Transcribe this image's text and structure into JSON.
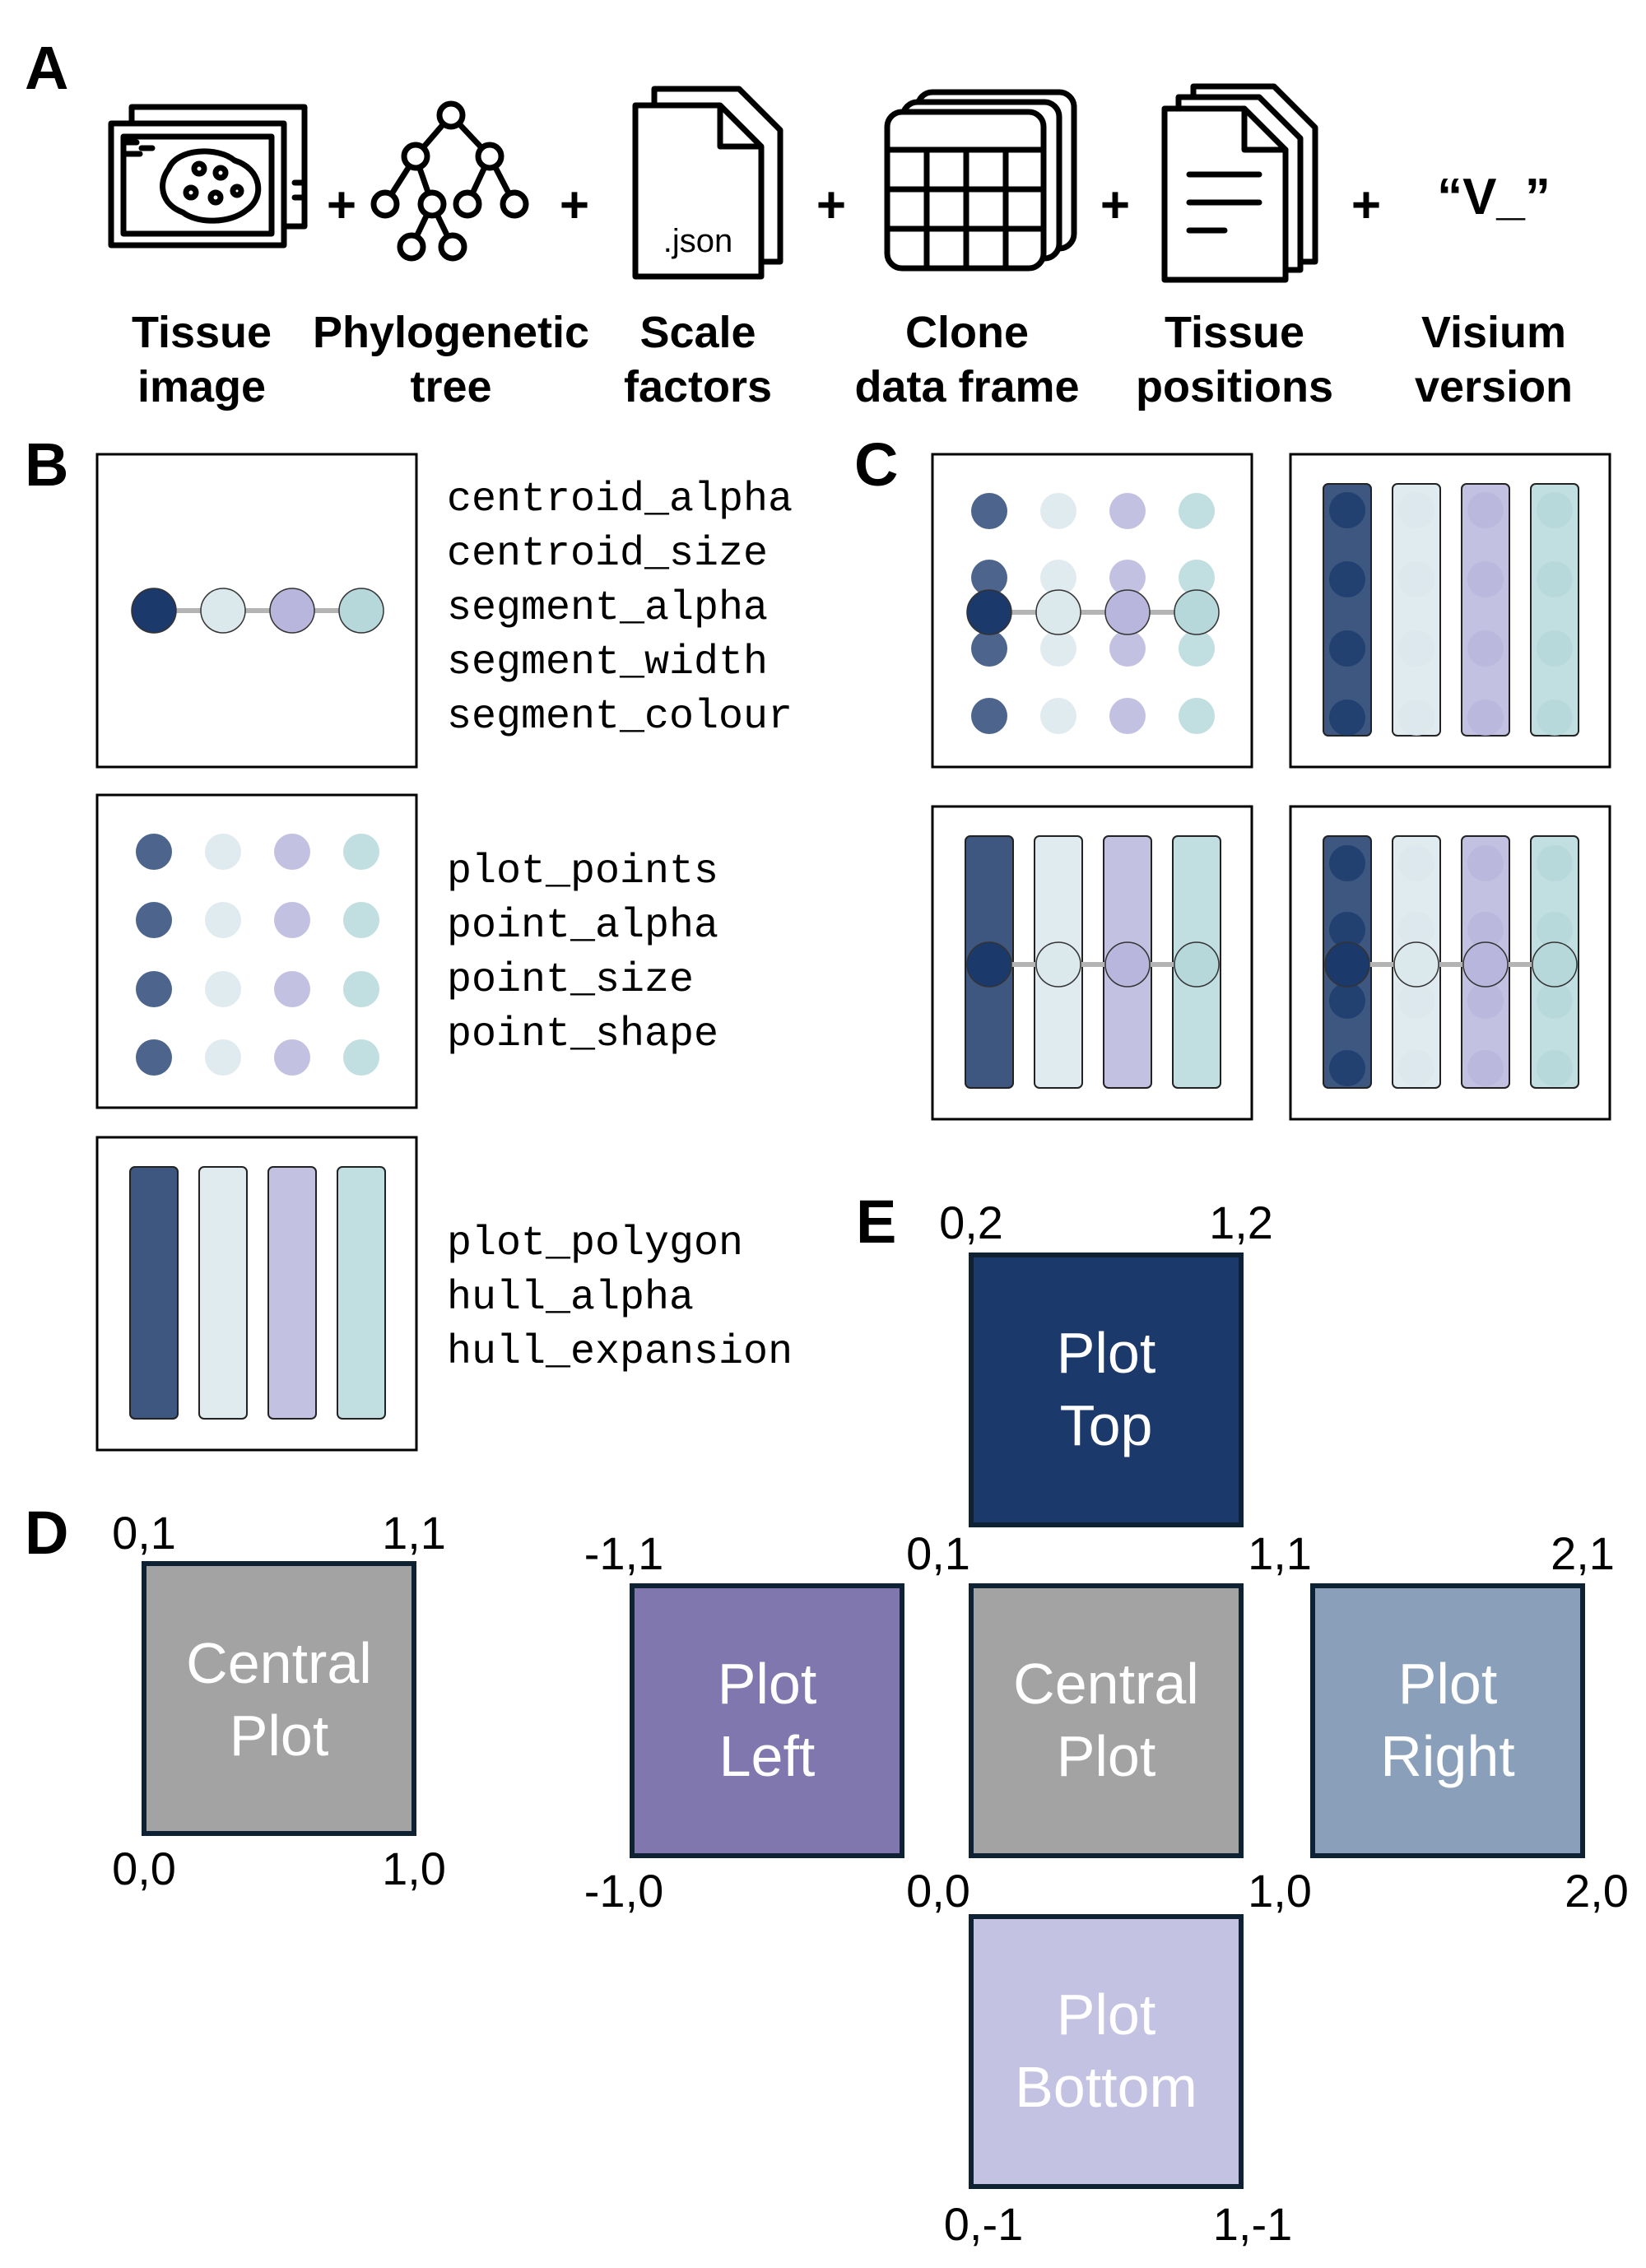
{
  "colors": {
    "navy": "#1b3a6b",
    "light_teal_grey": "#dbe8ec",
    "lavender": "#b8b6dc",
    "teal": "#b6d8da",
    "connector": "#b4b4b4",
    "box_top": "#1b3a6b",
    "box_left": "#7f77ad",
    "box_central": "#a3a3a3",
    "box_right": "#8aa0ba",
    "box_bottom": "#c3c2e3",
    "box_border": "#0e2233"
  },
  "panels": {
    "A": {
      "letter": "A",
      "icons": [
        "tissue-image-icon",
        "phylogenetic-tree-icon",
        "json-file-icon",
        "clone-table-icon",
        "tissue-positions-document-icon",
        "visium-version-string"
      ],
      "json_label": ".json",
      "version_text": "“V_”",
      "plus": "+",
      "inputs": [
        {
          "line1": "Tissue",
          "line2": "image"
        },
        {
          "line1": "Phylogenetic",
          "line2": "tree"
        },
        {
          "line1": "Scale",
          "line2": "factors"
        },
        {
          "line1": "Clone",
          "line2": "data frame"
        },
        {
          "line1": "Tissue",
          "line2": "positions"
        },
        {
          "line1": "Visium",
          "line2": "version"
        }
      ]
    },
    "B": {
      "letter": "B",
      "groups": [
        {
          "params": [
            "centroid_alpha",
            "centroid_size",
            "segment_alpha",
            "segment_width",
            "segment_colour"
          ]
        },
        {
          "params": [
            "plot_points",
            "point_alpha",
            "point_size",
            "point_shape"
          ]
        },
        {
          "params": [
            "plot_polygon",
            "hull_alpha",
            "hull_expansion"
          ]
        }
      ]
    },
    "C": {
      "letter": "C"
    },
    "D": {
      "letter": "D",
      "box_label": [
        "Central",
        "Plot"
      ],
      "corners": {
        "tl": "0,1",
        "tr": "1,1",
        "bl": "0,0",
        "br": "1,0"
      }
    },
    "E": {
      "letter": "E",
      "boxes": {
        "top": [
          "Plot",
          "Top"
        ],
        "left": [
          "Plot",
          "Left"
        ],
        "central": [
          "Central",
          "Plot"
        ],
        "right": [
          "Plot",
          "Right"
        ],
        "bottom": [
          "Plot",
          "Bottom"
        ]
      },
      "coords": {
        "top_tl": "0,2",
        "top_tr": "1,2",
        "left_tl": "-1,1",
        "central_tl": "0,1",
        "central_tr": "1,1",
        "right_tr": "2,1",
        "left_bl": "-1,0",
        "central_bl": "0,0",
        "central_br": "1,0",
        "right_br": "2,0",
        "bottom_bl": "0,-1",
        "bottom_br": "1,-1"
      }
    }
  }
}
